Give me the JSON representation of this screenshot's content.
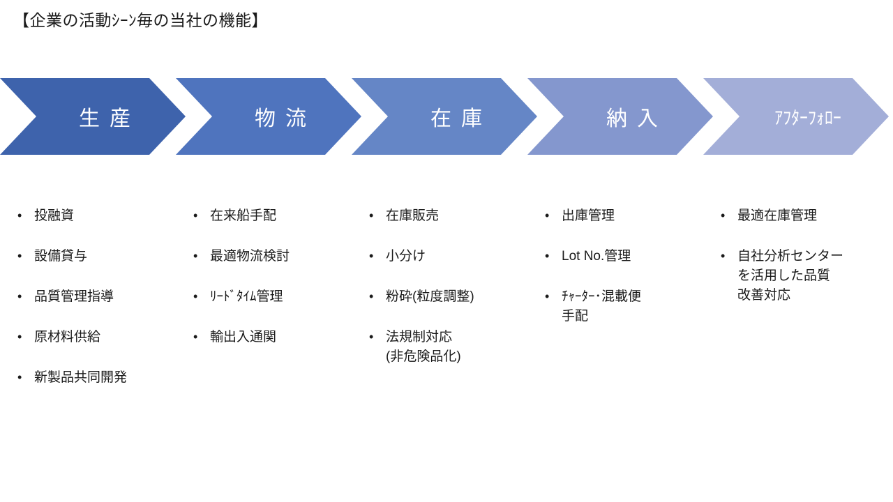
{
  "title": "【企業の活動ｼｰﾝ毎の当社の機能】",
  "bullet_char": "•",
  "colors": {
    "background": "#FFFFFF",
    "title_text": "#1A1A1A",
    "body_text": "#1A1A1A",
    "chevron_text": "#FFFFFF",
    "chevron_1": "#3E63AC",
    "chevron_2": "#4F74BE",
    "chevron_3": "#6586C6",
    "chevron_4": "#8497CE",
    "chevron_5": "#A3AED8"
  },
  "stages": [
    {
      "label": "生産",
      "color": "#3E63AC",
      "items": [
        {
          "lines": [
            "投融資"
          ]
        },
        {
          "lines": [
            "設備貸与"
          ]
        },
        {
          "lines": [
            "品質管理指導"
          ]
        },
        {
          "lines": [
            "原材料供給"
          ]
        },
        {
          "lines": [
            "新製品共同開発"
          ]
        }
      ]
    },
    {
      "label": "物流",
      "color": "#4F74BE",
      "items": [
        {
          "lines": [
            "在来船手配"
          ]
        },
        {
          "lines": [
            "最適物流検討"
          ]
        },
        {
          "lines": [
            "ﾘｰﾄﾞﾀｲﾑ管理"
          ]
        },
        {
          "lines": [
            "輸出入通関"
          ]
        }
      ]
    },
    {
      "label": "在庫",
      "color": "#6586C6",
      "items": [
        {
          "lines": [
            "在庫販売"
          ]
        },
        {
          "lines": [
            "小分け"
          ]
        },
        {
          "lines": [
            "粉砕(粒度調整)"
          ]
        },
        {
          "lines": [
            "法規制対応",
            "(非危険品化)"
          ]
        }
      ]
    },
    {
      "label": "納入",
      "color": "#8497CE",
      "items": [
        {
          "lines": [
            "出庫管理"
          ]
        },
        {
          "lines": [
            "Lot No.管理"
          ]
        },
        {
          "lines": [
            "ﾁｬｰﾀｰ･混載便",
            "手配"
          ]
        }
      ]
    },
    {
      "label": "ｱﾌﾀｰﾌｫﾛｰ",
      "color": "#A3AED8",
      "items": [
        {
          "lines": [
            "最適在庫管理"
          ]
        },
        {
          "lines": [
            "自社分析センター",
            "を活用した品質",
            "改善対応"
          ]
        }
      ]
    }
  ]
}
